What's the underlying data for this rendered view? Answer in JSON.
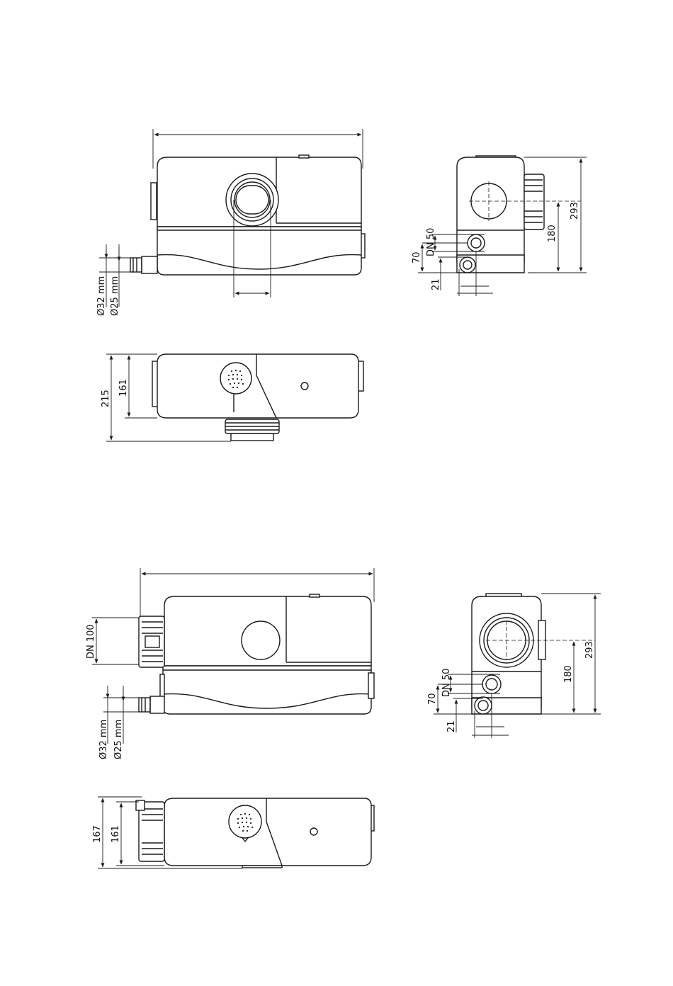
{
  "dimensions": {
    "top_front_d32": "Ø32 mm",
    "top_front_d25": "Ø25 mm",
    "top_side_dn50": "DN 50",
    "top_side_70": "70",
    "top_side_21": "21",
    "top_side_180": "180",
    "top_side_293": "293",
    "top_plan_215": "215",
    "top_plan_161": "161",
    "bottom_front_dn100": "DN 100",
    "bottom_front_d32": "Ø32 mm",
    "bottom_front_d25": "Ø25 mm",
    "bottom_side_dn50": "DN 50",
    "bottom_side_70": "70",
    "bottom_side_21": "21",
    "bottom_side_180": "180",
    "bottom_side_293": "293",
    "bottom_plan_167": "167",
    "bottom_plan_161": "161"
  },
  "colors": {
    "line": "#1a1a1a",
    "background": "#ffffff"
  }
}
